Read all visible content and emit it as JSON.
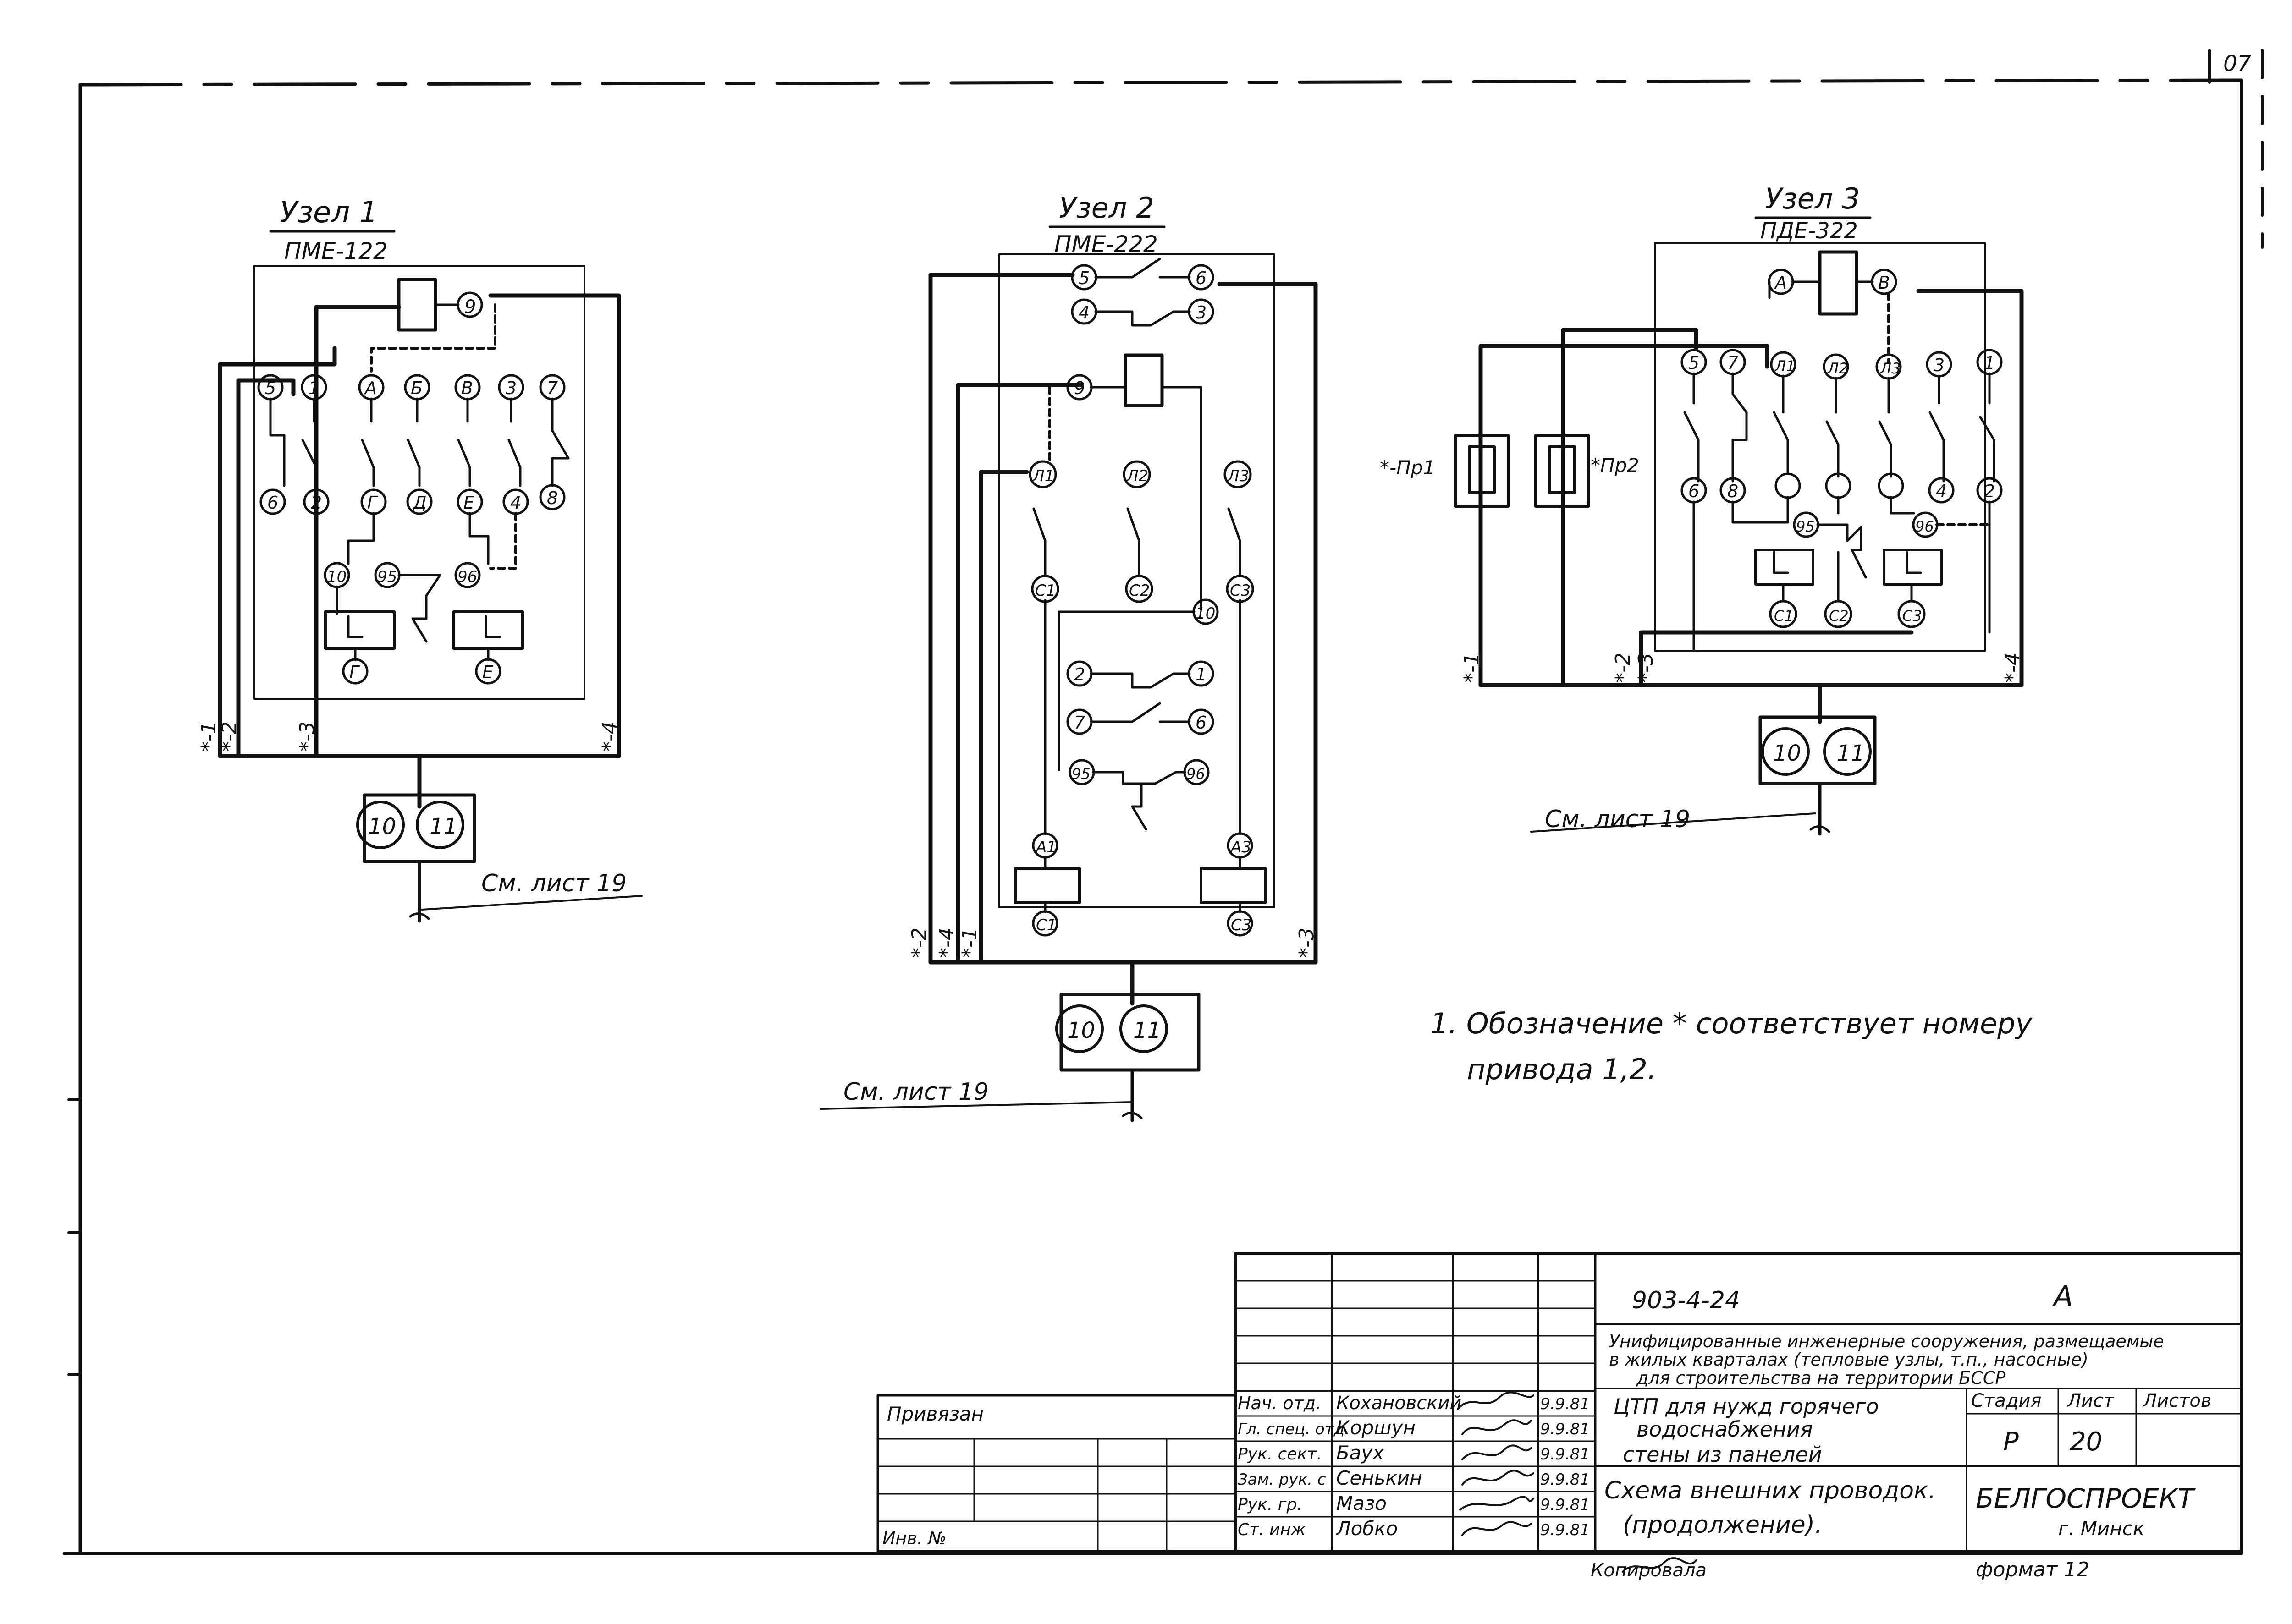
{
  "sheet_corner": "07",
  "node1": {
    "title": "Узел 1",
    "subtitle": "ПМЕ-122",
    "ref": "См. лист 19"
  },
  "node2": {
    "title": "Узел 2",
    "subtitle": "ПМЕ-222",
    "ref": "См. лист 19"
  },
  "node3": {
    "title": "Узел 3",
    "subtitle": "ПДЕ-322",
    "ref": "См. лист 19",
    "fuse1": "*-Пр1",
    "fuse2": "*Пр2"
  },
  "drive_marks": [
    "*-1",
    "*-2",
    "*-3",
    "*-4"
  ],
  "motor_terms": [
    "10",
    "11"
  ],
  "node1_terms": {
    "top": [
      "5",
      "1",
      "А",
      "Б",
      "В",
      "3",
      "7"
    ],
    "mid": [
      "6",
      "2",
      "Г",
      "Д",
      "Е",
      "4",
      "8"
    ],
    "coil": "9",
    "aux": [
      "10",
      "95",
      "96"
    ],
    "bottom": [
      "Г",
      "Е"
    ]
  },
  "node2_terms": {
    "top": [
      "5",
      "6",
      "4",
      "3"
    ],
    "coil": "9",
    "l": [
      "Л1",
      "Л2",
      "Л3"
    ],
    "c": [
      "С1",
      "С2",
      "С3"
    ],
    "c_mid": "10",
    "block": [
      "2",
      "1",
      "7",
      "6",
      "95",
      "96"
    ],
    "a": [
      "А1",
      "А3"
    ],
    "bottom": [
      "С1",
      "С3"
    ]
  },
  "node3_terms": {
    "coil": [
      "А",
      "В"
    ],
    "top": [
      "5",
      "7",
      "Л1",
      "Л2",
      "Л3",
      "3",
      "1"
    ],
    "mid": [
      "6",
      "8",
      "4",
      "2"
    ],
    "aux": [
      "95",
      "96"
    ],
    "bottom": [
      "С1",
      "С2",
      "С3"
    ]
  },
  "note": "1. Обозначение * соответствует номеру",
  "note2": "привода 1,2.",
  "title_block": {
    "code": "903-4-24",
    "letter": "А",
    "organization_desc_1": "Унифицированные инженерные сооружения, размещаемые",
    "organization_desc_2": "в жилых кварталах (тепловые узлы, т.п., насосные)",
    "organization_desc_3": "для строительства на территории БССР",
    "project_1": "ЦТП для нужд горячего",
    "project_2": "водоснабжения",
    "project_3": "стены из панелей",
    "sheet_title_1": "Схема внешних проводок.",
    "sheet_title_2": "(продолжение).",
    "stage_label": "Стадия",
    "sheet_label": "Лист",
    "sheets_label": "Листов",
    "stage": "Р",
    "sheet": "20",
    "company": "БЕЛГОСПРОЕКТ",
    "city": "г. Минск",
    "bound": "Привязан",
    "inv": "Инв. №",
    "copied": "Копировала",
    "format": "формат 12",
    "roles": [
      "Нач. отд.",
      "Гл. спец. отд.",
      "Рук. сект.",
      "Зам. рук. с",
      "Рук. гр.",
      "Ст. инж"
    ],
    "names": [
      "Кохановский",
      "Коршун",
      "Баух",
      "Сенькин",
      "Мазо",
      "Лобко"
    ],
    "dates": [
      "9.9.81",
      "9.9.81",
      "9.9.81",
      "9.9.81",
      "9.9.81",
      "9.9.81"
    ]
  }
}
